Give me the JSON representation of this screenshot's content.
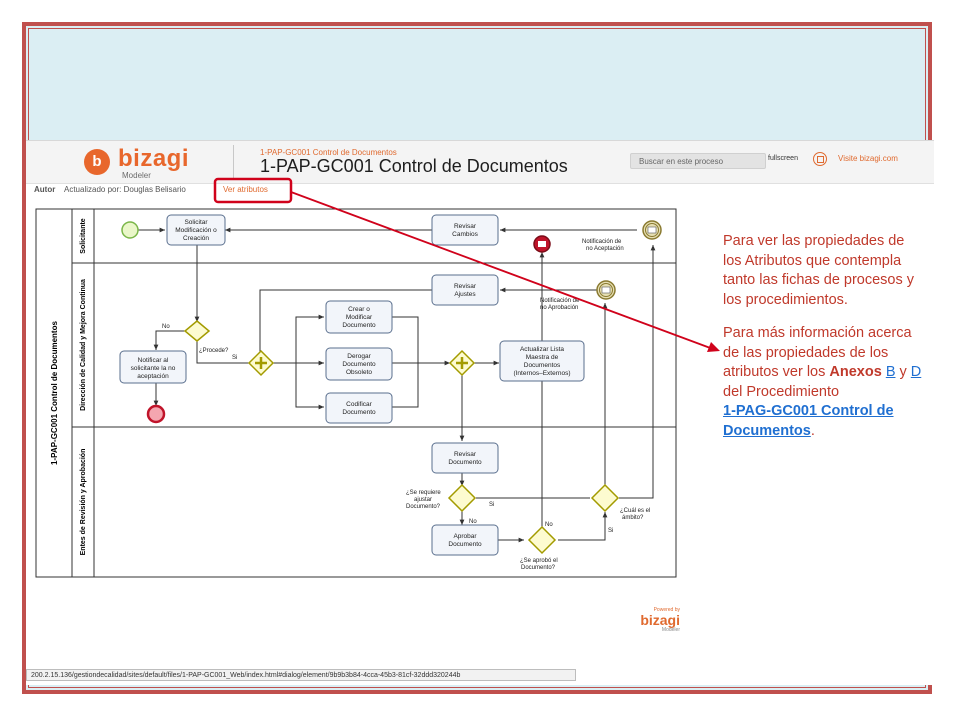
{
  "header": {
    "logo_mark": "b",
    "logo_text": "bizagi",
    "logo_sub": "Modeler",
    "breadcrumb": "1-PAP-GC001 Control de Documentos",
    "title": "1-PAP-GC001 Control de Documentos",
    "search_placeholder": "Buscar en este proceso",
    "fullscreen": "fullscreen",
    "visit": "Visite bizagi.com"
  },
  "tabs": {
    "autor": "Autor",
    "updated": "Actualizado por: Douglas Belisario",
    "attributes": "Ver atributos"
  },
  "diagram": {
    "pool": "1-PAP-GC001 Control de Documentos",
    "lanes": [
      "Solicitante",
      "Dirección de Calidad y Mejora Continua",
      "Entes de Revisión y Aprobación"
    ],
    "tasks": {
      "solicitar": [
        "Solicitar",
        "Modificación o",
        "Creación"
      ],
      "revisar_cambios": [
        "Revisar",
        "Cambios"
      ],
      "revisar_ajustes": [
        "Revisar",
        "Ajustes"
      ],
      "crear": [
        "Crear o",
        "Modificar",
        "Documento"
      ],
      "derogar": [
        "Derogar",
        "Documento",
        "Obsoleto"
      ],
      "codificar": [
        "Codificar",
        "Documento"
      ],
      "notificar": [
        "Notificar  al",
        "solicitante la no",
        "aceptación"
      ],
      "actualizar": [
        "Actualizar Lista",
        "Maestra de",
        "Documentos",
        "(Internos–Externos)"
      ],
      "revisar_doc": [
        "Revisar",
        "Documento"
      ],
      "aprobar": [
        "Aprobar",
        "Documento"
      ]
    },
    "labels": {
      "procede": "¿Procede?",
      "no1": "No",
      "si1": "Si",
      "notif_no_acept_1": "Notificación de",
      "notif_no_acept_2": "no Aceptación",
      "notif_no_aprob_1": "Notificación de",
      "notif_no_aprob_2": "no Aprobación",
      "requiere_1": "¿Se requiere",
      "requiere_2": "ajustar",
      "requiere_3": "Documento?",
      "si2": "Si",
      "no2": "No",
      "aprobo_1": "¿Se aprobó el",
      "aprobo_2": "Documento?",
      "no3": "No",
      "si3": "Si",
      "ambito_1": "¿Cuál es el",
      "ambito_2": "ámbito?"
    }
  },
  "note": {
    "p1": "Para ver las propiedades de los Atributos que contempla tanto las fichas de procesos y los procedimientos.",
    "p2_a": "Para más información acerca de las propiedades de los atributos ver los ",
    "p2_anexos": "Anexos",
    "link_b": "B",
    "p2_y": " y ",
    "link_d": "D ",
    "p2_del": "del Procedimiento",
    "link_proc": "1-PAG-GC001 Control de Documentos",
    "p2_end": "."
  },
  "status_url": "200.2.15.136/gestiondecalidad/sites/default/files/1-PAP-GC001_Web/index.html#dialog/element/9b9b3b84-4cca-45b3-81cf-32ddd320244b",
  "powered": {
    "by": "Powered by",
    "logo": "bizagi",
    "sub": "Modeler"
  },
  "colors": {
    "frame": "#c0504d",
    "accent": "#e06a2f",
    "note": "#c0392b",
    "link": "#1f6fd1",
    "highlight": "#d0021b"
  }
}
